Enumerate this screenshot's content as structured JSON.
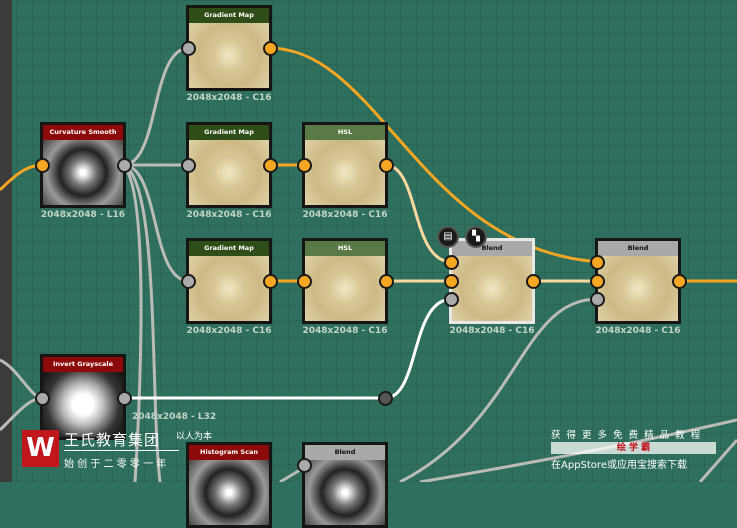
{
  "nodes": {
    "gm1": {
      "title": "Gradient Map",
      "res": "2048x2048 - C16"
    },
    "curv": {
      "title": "Curvature Smooth",
      "res": "2048x2048 - L16"
    },
    "gm2": {
      "title": "Gradient Map",
      "res": "2048x2048 - C16"
    },
    "hsl1": {
      "title": "HSL",
      "res": "2048x2048 - C16"
    },
    "gm3": {
      "title": "Gradient Map",
      "res": "2048x2048 - C16"
    },
    "hsl2": {
      "title": "HSL",
      "res": "2048x2048 - C16"
    },
    "blend1": {
      "title": "Blend",
      "res": "2048x2048 - C16"
    },
    "blend2": {
      "title": "Blend",
      "res": "2048x2048 - C16"
    },
    "invert": {
      "title": "Invert Grayscale",
      "res": "2048x2048 - L32"
    },
    "hist": {
      "title": "Histogram Scan"
    },
    "blend3": {
      "title": "Blend"
    }
  },
  "watermark": {
    "name": "王氏教育集团",
    "slogan": "以人为本",
    "since": "始 创 于 二 零 零 一 年",
    "promo": "获 得 更 多 免 费 精 品 教 程",
    "brand": "绘 学 霸",
    "search": "在AppStore或应用宝搜索下载"
  },
  "colors": {
    "accent": "#f5a623",
    "canvas": "#2f6f5e"
  }
}
